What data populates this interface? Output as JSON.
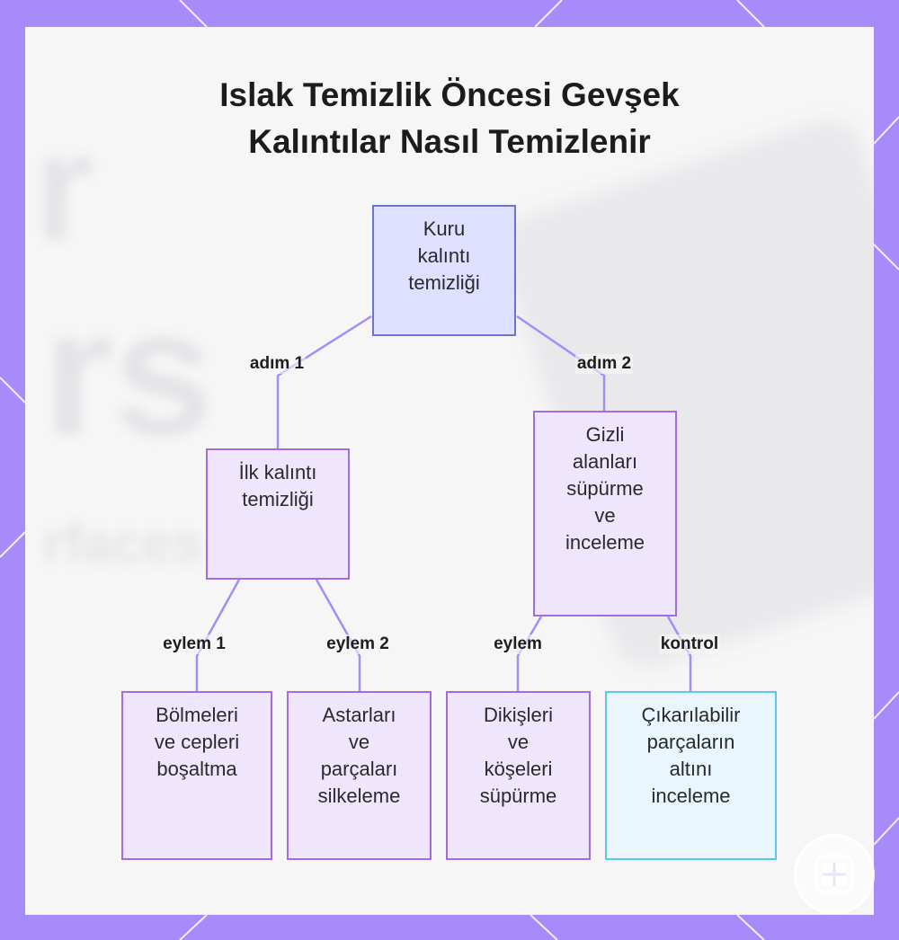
{
  "title": {
    "line1": "Islak Temizlik Öncesi Gevşek",
    "line2": "Kalıntılar Nasıl Temizlenir"
  },
  "colors": {
    "frame": "#a78bfa",
    "card": "#f6f6f7",
    "edge": "#a78bfa",
    "root_fill": "#dfe0ff",
    "root_border": "#6b74cf",
    "node_fill": "#efe6fd",
    "node_border": "#a36be0",
    "check_fill": "#e9f6fd",
    "check_border": "#5ec6e8"
  },
  "nodes": {
    "root": "Kuru\nkalıntı\ntemizliği",
    "step1": "İlk kalıntı\ntemizliği",
    "step2": "Gizli\nalanları\nsüpürme\nve\ninceleme",
    "leaf1": "Bölmeleri\nve cepleri\nboşaltma",
    "leaf2": "Astarları\nve\nparçaları\nsilkeleme",
    "leaf3": "Dikişleri\nve\nköşeleri\nsüpürme",
    "leaf4": "Çıkarılabilir\nparçaların\naltını\ninceleme"
  },
  "edge_labels": {
    "root_step1": "adım 1",
    "root_step2": "adım 2",
    "step1_leaf1": "eylem 1",
    "step1_leaf2": "eylem 2",
    "step2_leaf3": "eylem",
    "step2_leaf4": "kontrol"
  },
  "watermark_icon": "grid-logo-icon"
}
